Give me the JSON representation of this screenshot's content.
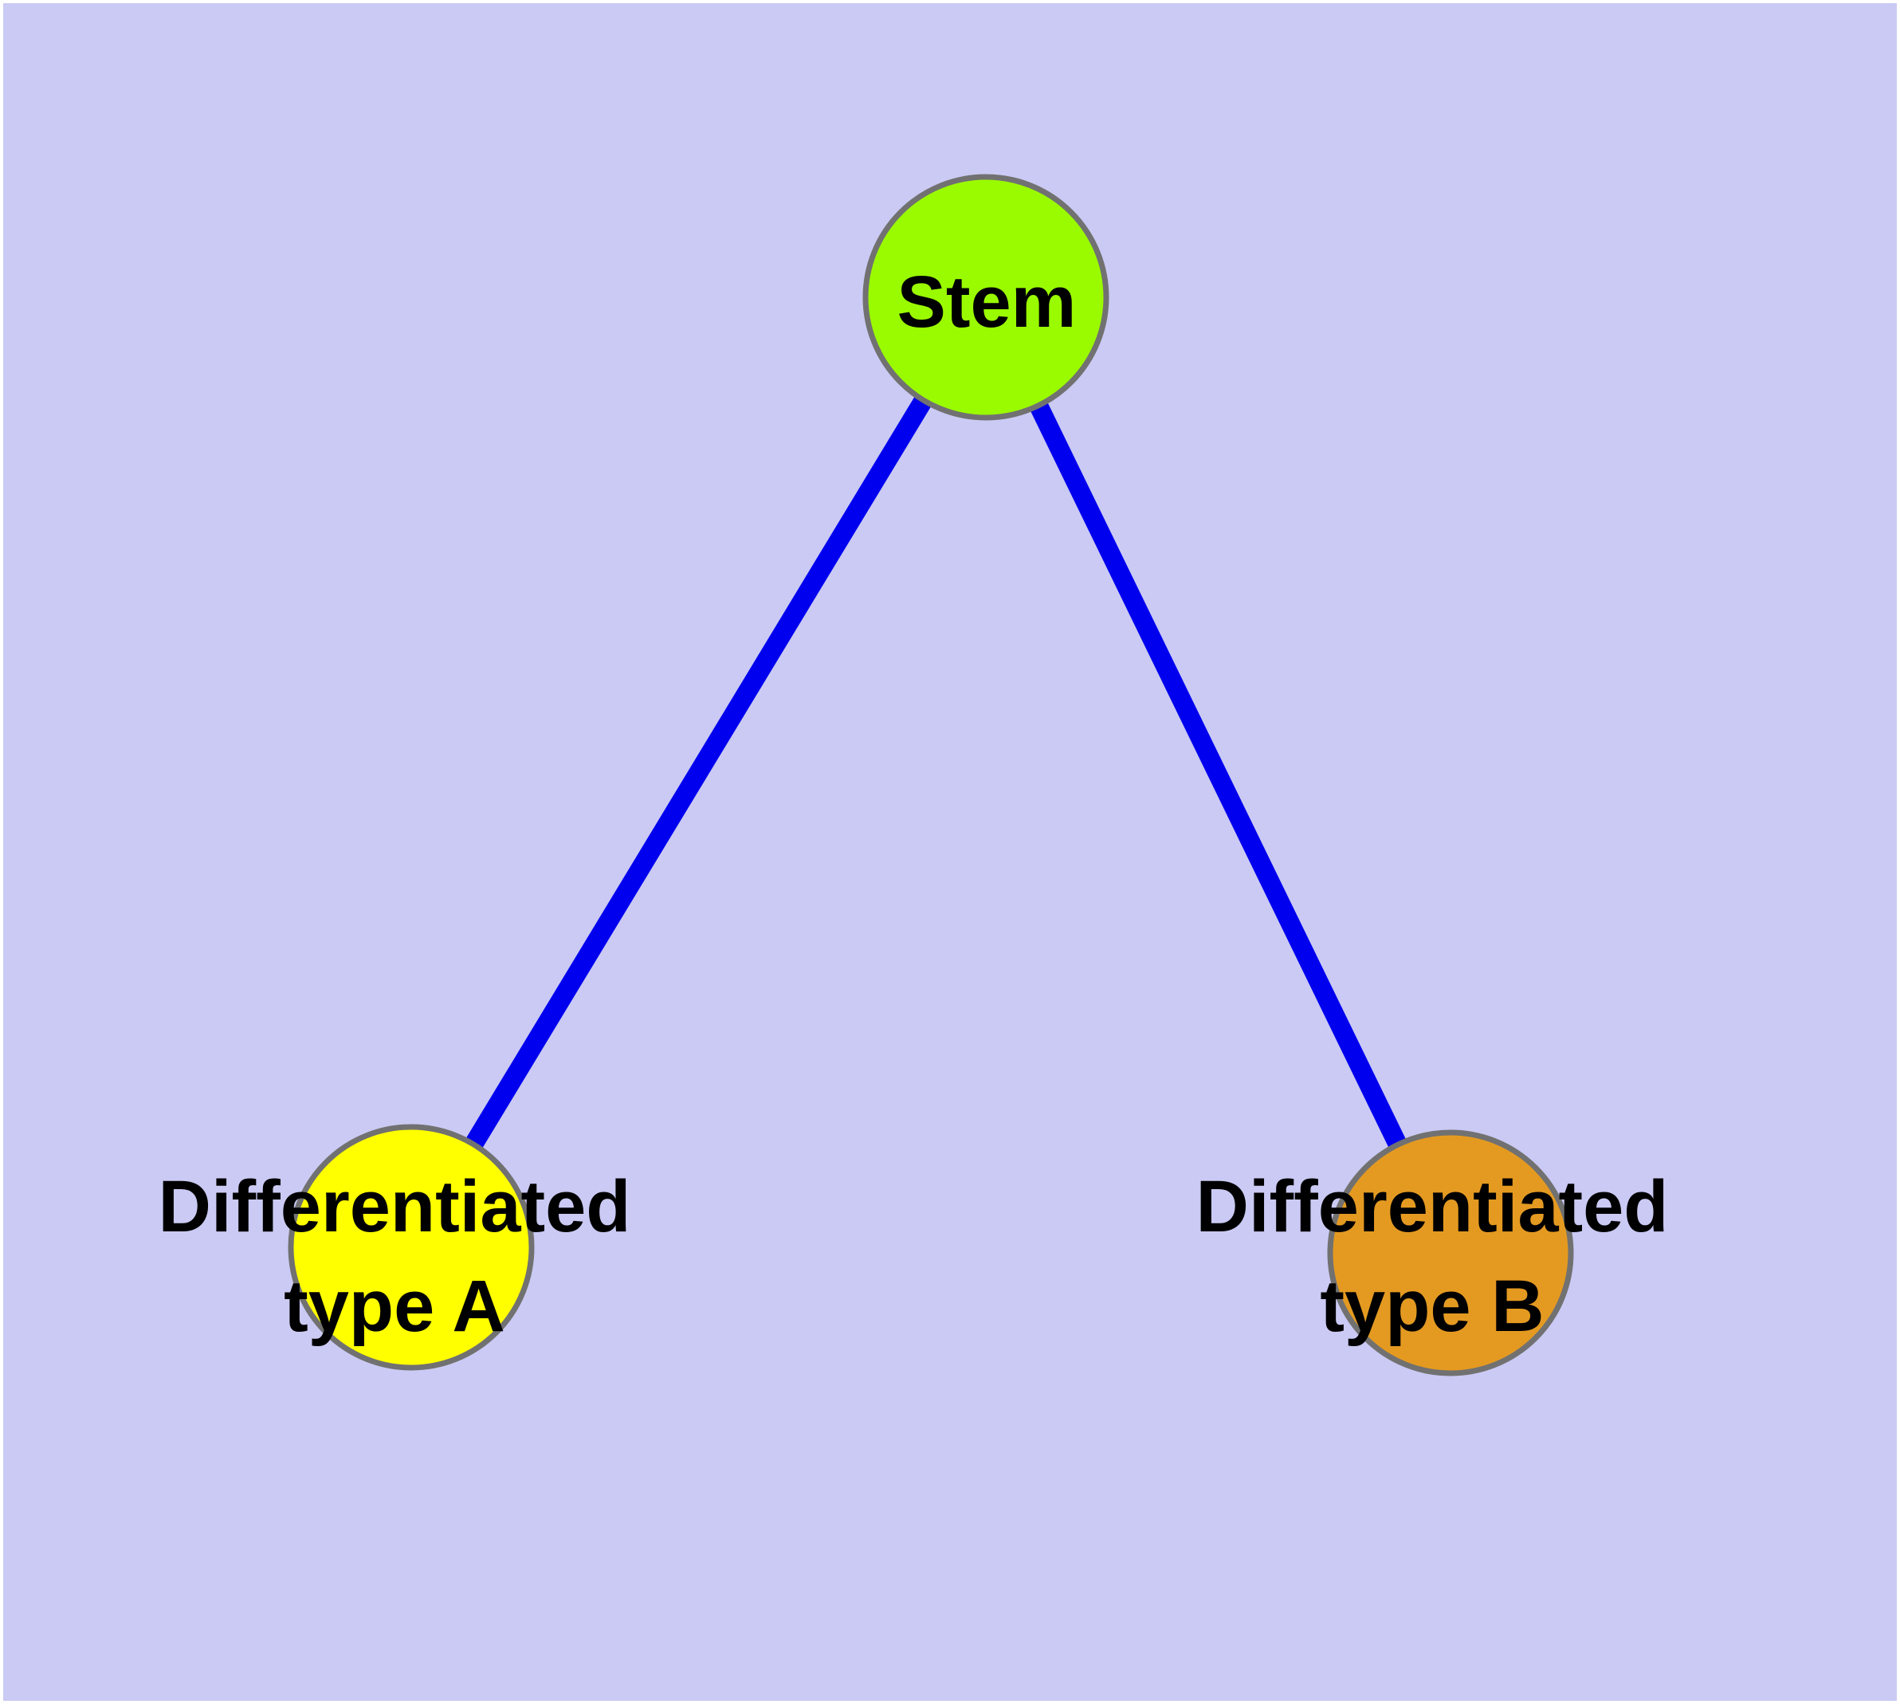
{
  "canvas": {
    "background_color": "#CACAF4",
    "margin_color": "#FFFFFF"
  },
  "graph": {
    "edge_color": "#0000EE",
    "node_border_color": "#717171",
    "label_color": "#000000",
    "nodes": [
      {
        "id": "stem",
        "label": "Stem",
        "fill_color": "#9AFB00"
      },
      {
        "id": "differentiated-type-a",
        "label": "Differentiated type A",
        "label_line1": "Differentiated",
        "label_line2": "type A",
        "fill_color": "#FFFF00"
      },
      {
        "id": "differentiated-type-b",
        "label": "Differentiated type B",
        "label_line1": "Differentiated",
        "label_line2": "type B",
        "fill_color": "#E49A21"
      }
    ],
    "edges": [
      {
        "from": "Stem",
        "to": "Differentiated type A"
      },
      {
        "from": "Stem",
        "to": "Differentiated type B"
      }
    ]
  }
}
